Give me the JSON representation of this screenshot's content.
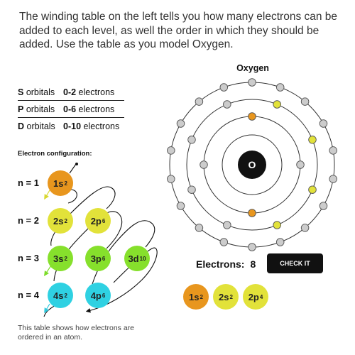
{
  "intro_text": "The winding table on the left tells you how many electrons can be added to each level, as well the order in which they should be added. Use the table as you model Oxygen.",
  "orbital_table": [
    {
      "letter": "S",
      "rest": " orbitals",
      "range": "0-2",
      "unit": " electrons"
    },
    {
      "letter": "P",
      "rest": " orbitals",
      "range": "0-6",
      "unit": " electrons"
    },
    {
      "letter": "D",
      "rest": " orbitals",
      "range": "0-10",
      "unit": " electrons"
    }
  ],
  "config_title": "Electron configuration:",
  "levels": [
    {
      "label": "n = 1",
      "orbitals": [
        {
          "base": "1s",
          "sup": "2",
          "color": "#e8961e"
        }
      ]
    },
    {
      "label": "n = 2",
      "orbitals": [
        {
          "base": "2s",
          "sup": "2",
          "color": "#e2e23a"
        },
        {
          "base": "2p",
          "sup": "6",
          "color": "#e2e23a"
        }
      ]
    },
    {
      "label": "n = 3",
      "orbitals": [
        {
          "base": "3s",
          "sup": "2",
          "color": "#86e02c"
        },
        {
          "base": "3p",
          "sup": "6",
          "color": "#86e02c"
        },
        {
          "base": "3d",
          "sup": "10",
          "color": "#86e02c"
        }
      ]
    },
    {
      "label": "n = 4",
      "orbitals": [
        {
          "base": "4s",
          "sup": "2",
          "color": "#2fd1e2"
        },
        {
          "base": "4p",
          "sup": "6",
          "color": "#2fd1e2"
        }
      ]
    }
  ],
  "caption": "This table shows how electrons are ordered in an atom.",
  "atom": {
    "title": "Oxygen",
    "nucleus_symbol": "O",
    "colors": {
      "empty": "#cccccc",
      "shell1": "#e8961e",
      "shell2": "#e2e23a",
      "nucleus": "#111111"
    }
  },
  "electrons_label": "Electrons:",
  "electrons_count": "8",
  "check_button": "CHECK IT",
  "answer_chips": [
    {
      "base": "1s",
      "sup": "2",
      "color": "#e8961e"
    },
    {
      "base": "2s",
      "sup": "2",
      "color": "#e2e23a"
    },
    {
      "base": "2p",
      "sup": "4",
      "color": "#e2e23a"
    }
  ]
}
